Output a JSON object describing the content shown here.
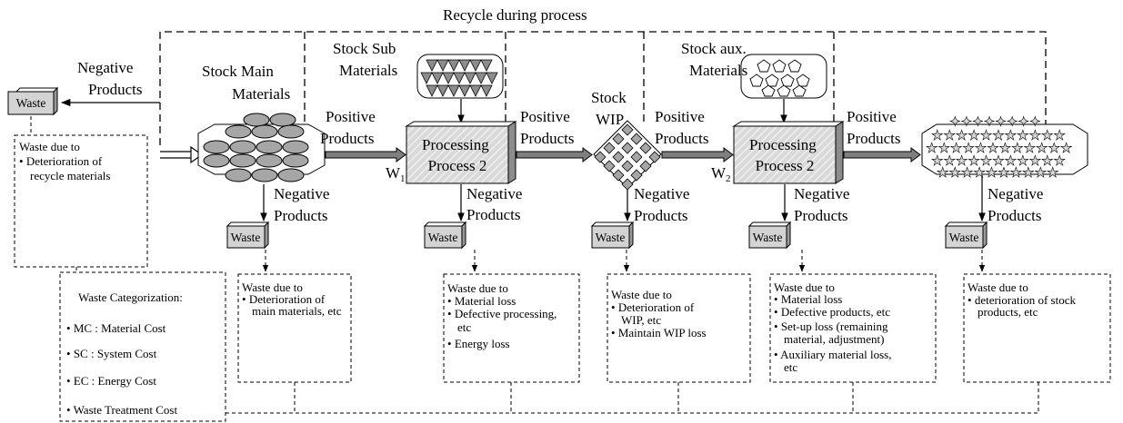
{
  "top_label": "Recycle during process",
  "stock_main": [
    "Stock Main",
    "Materials"
  ],
  "stock_sub": [
    "Stock Sub",
    "Materials"
  ],
  "stock_wip": [
    "Stock",
    "WIP"
  ],
  "stock_aux": [
    "Stock aux.",
    "Materials"
  ],
  "process1": [
    "Processing",
    "Process 2"
  ],
  "process2": [
    "Processing",
    "Process 2"
  ],
  "w1": "W",
  "w1_sub": "1",
  "w2": "W",
  "w2_sub": "2",
  "positive_products": [
    "Positive",
    "Products"
  ],
  "negative_products": [
    "Negative",
    "Products"
  ],
  "waste_label": "Waste",
  "recycle_waste_text": [
    "Waste due to",
    "Deterioration  of",
    "recycle materials"
  ],
  "waste_boxes": [
    [
      "Waste due to",
      "Deterioration  of",
      "main materials, etc"
    ],
    [
      "Waste due to",
      "Material loss",
      "Defective processing,",
      "etc",
      "Energy loss"
    ],
    [
      "Waste due to",
      "Deterioration  of",
      "WIP, etc",
      "Maintain WIP loss"
    ],
    [
      "Waste due to",
      "Material loss",
      "Defective products, etc",
      "Set-up loss (remaining",
      "material, adjustment)",
      "Auxiliary material loss,",
      "etc"
    ],
    [
      "Waste due to",
      "deterioration  of stock",
      "products, etc"
    ]
  ],
  "categorization": {
    "title": "Waste Categorization:",
    "items": [
      "MC : Material Cost",
      "SC  : System Cost",
      "EC  : Energy Cost",
      "Waste Treatment Cost"
    ]
  }
}
